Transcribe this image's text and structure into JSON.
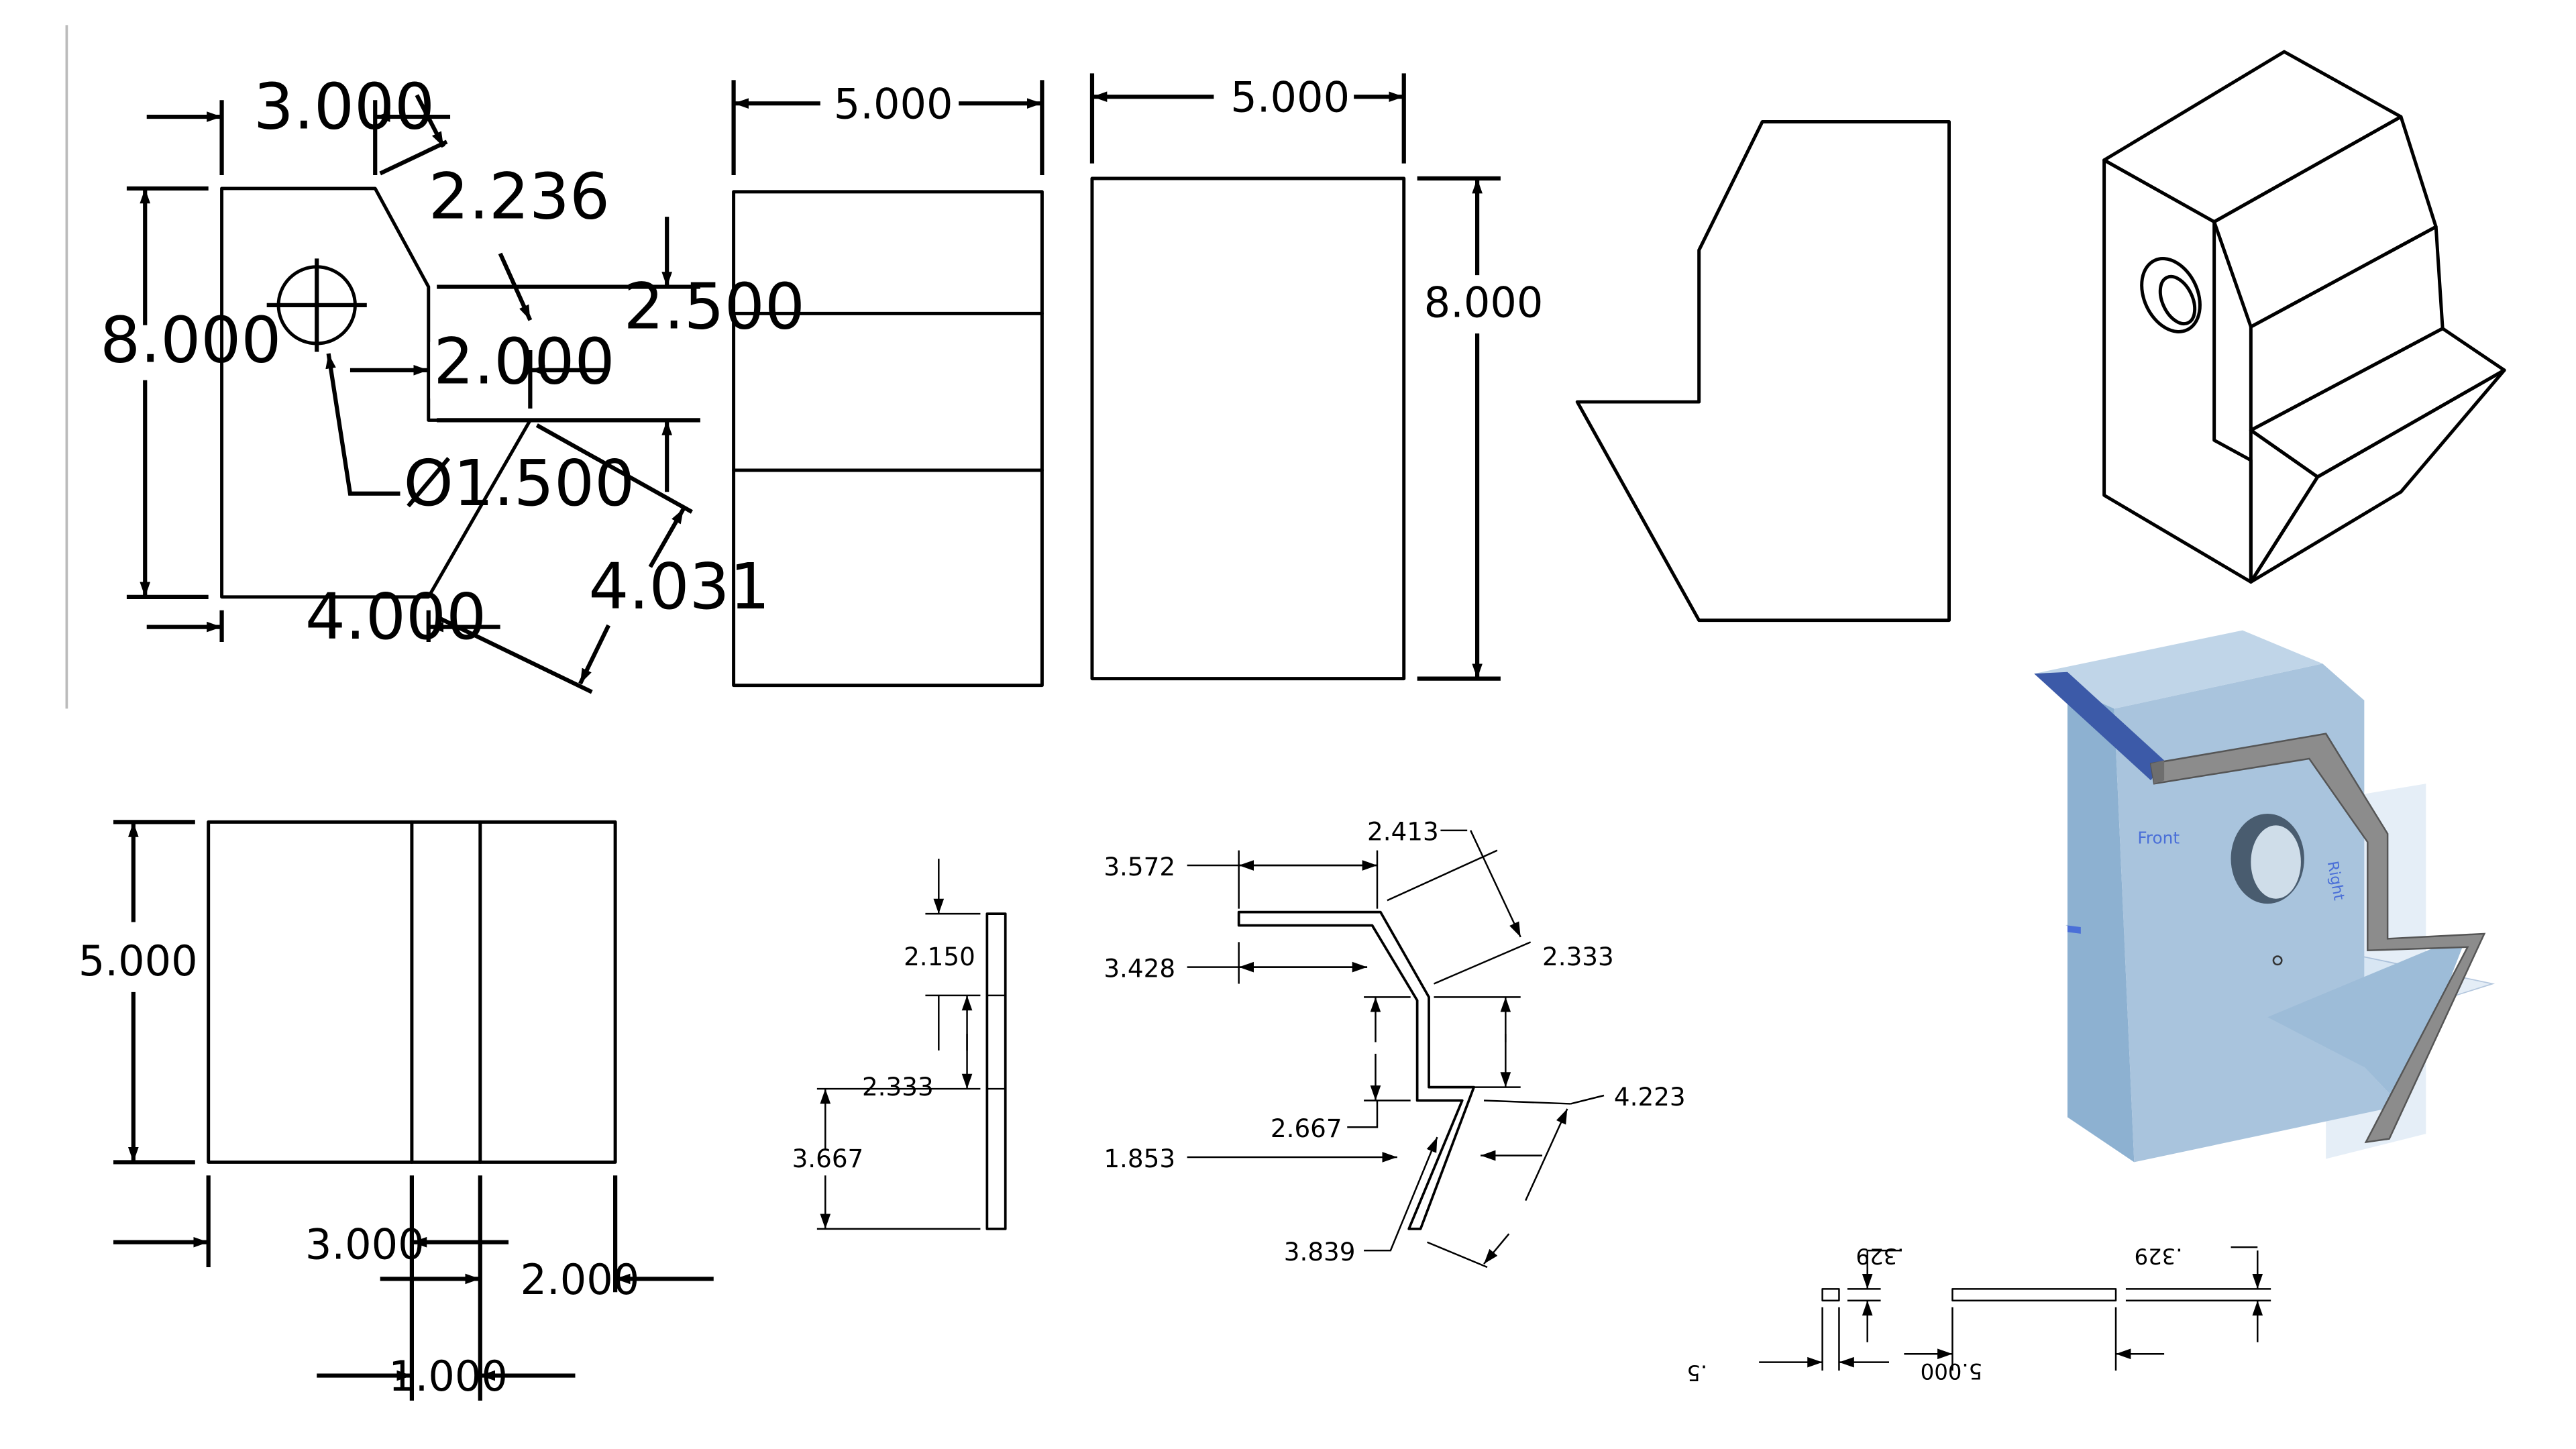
{
  "views": {
    "front": {
      "width_top": "3.000",
      "chamfer": "2.236",
      "notch_depth": "2.500",
      "height": "8.000",
      "notch_width": "2.000",
      "hole": "Ø1.500",
      "width_bottom": "4.000",
      "slope": "4.031"
    },
    "side": {
      "width": "5.000"
    },
    "rear": {
      "width": "5.000",
      "height": "8.000"
    },
    "top": {
      "height": "5.000",
      "a": "3.000",
      "b": "2.000",
      "c": "1.000"
    },
    "flat_edge": {
      "d1": "2.150",
      "d2": "2.333",
      "d3": "3.667"
    },
    "bent_profile": {
      "d1": "2.413",
      "d2": "3.572",
      "d3": "3.428",
      "d4": "2.333",
      "d5": "2.667",
      "d6": "4.223",
      "d7": "1.853",
      "d8": "3.839"
    },
    "model_3d": {
      "plane_label": "Front",
      "plane_label_2": "Right"
    },
    "flat_section": {
      "t1": ".329",
      "t2": ".329",
      "w": "5.000",
      "s": ".5"
    }
  },
  "colors": {
    "line": "#000000",
    "model_body": "#a9c4dd",
    "model_top": "#3c5aa8",
    "plate": "#8c8c8c"
  }
}
